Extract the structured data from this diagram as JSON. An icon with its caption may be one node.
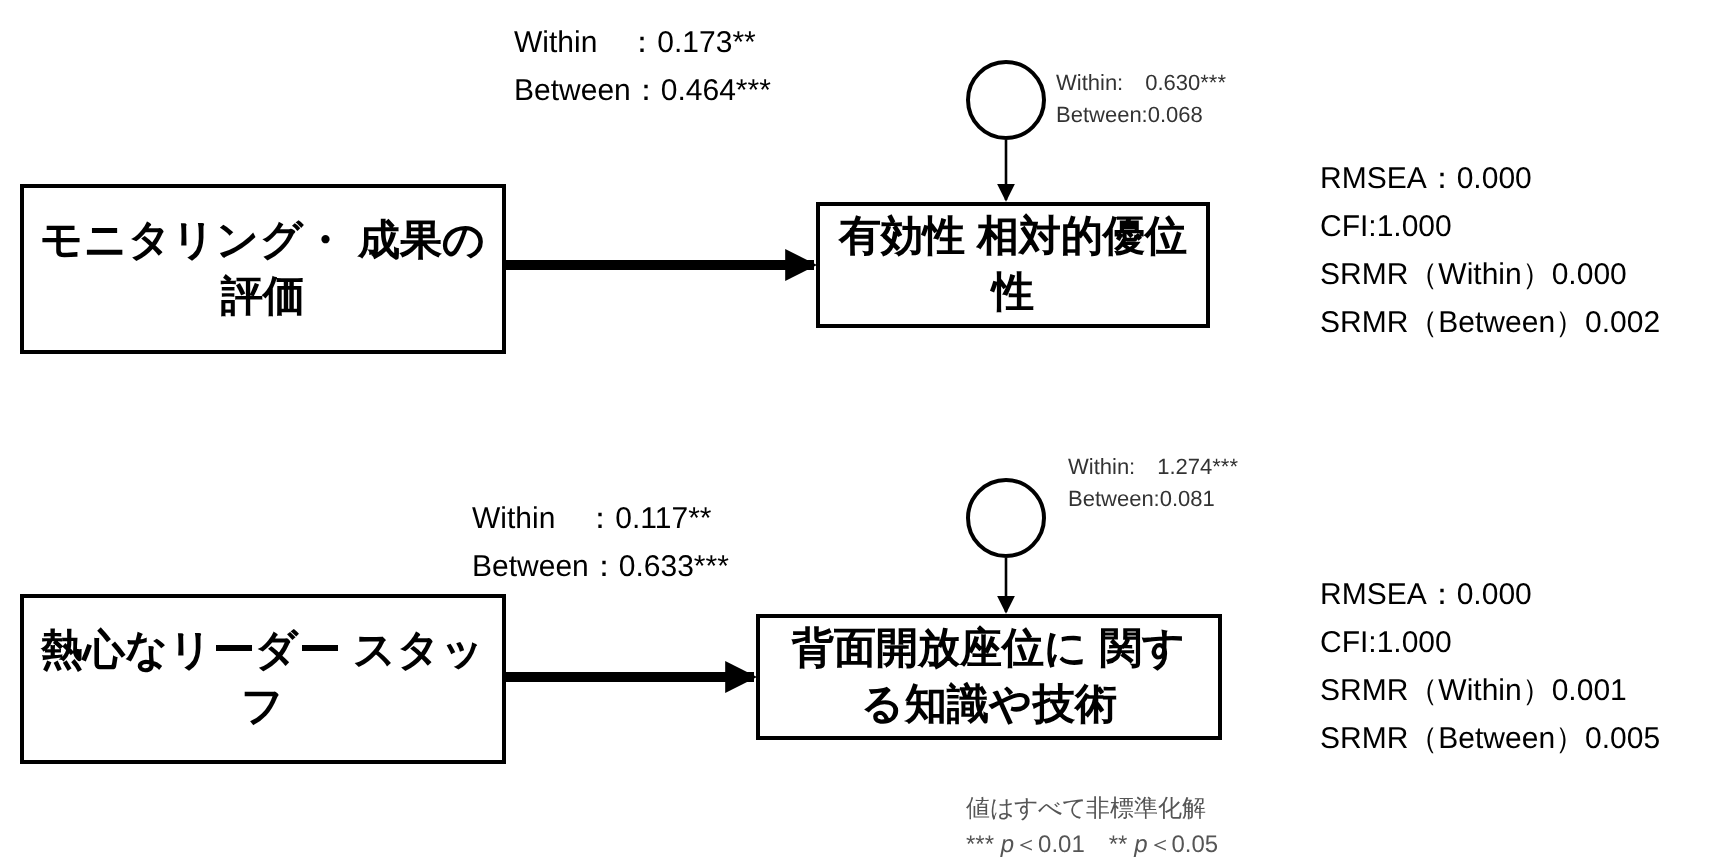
{
  "diagram": {
    "nodes": [
      {
        "text": [
          "モニタリング・ 成果の評価"
        ]
      },
      {
        "text": [
          "有効性 相対的優位性"
        ]
      },
      {
        "text": [],
        "shape": "circle",
        "beside": [
          "Within:　0.630***",
          "Between:0.068"
        ]
      },
      {
        "text": [
          "熱心なリーダー スタッフ"
        ]
      },
      {
        "text": [
          "背面開放座位に 関する知識や技術"
        ]
      },
      {
        "text": [],
        "shape": "circle",
        "beside": [
          "Within:　1.274***",
          "Between:0.081"
        ]
      }
    ],
    "edges": [
      {
        "from": 0,
        "to": 1,
        "arrow": "to",
        "style": "thick"
      },
      {
        "from": 2,
        "to": 1,
        "arrow": "to"
      },
      {
        "from": 3,
        "to": 4,
        "arrow": "to",
        "style": "thick"
      },
      {
        "from": 5,
        "to": 4,
        "arrow": "to"
      }
    ],
    "labels": [
      "Within　：0.173**",
      "Between：0.464***",
      "RMSEA：0.000",
      "CFI:1.000",
      "SRMR（Within）0.000",
      "SRMR（Between）0.002",
      "Within　：0.117**",
      "Between：0.633***",
      "RMSEA：0.000",
      "CFI:1.000",
      "SRMR（Within）0.001",
      "SRMR（Between）0.005",
      "値はすべて非標準化解",
      "*** *p*＜0.01　** *p*＜0.05"
    ]
  }
}
